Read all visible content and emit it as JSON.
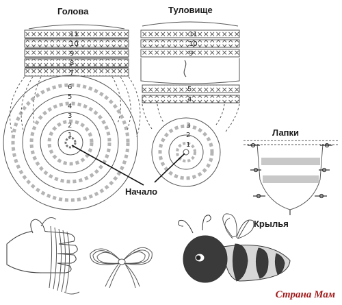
{
  "titles": {
    "head": "Голова",
    "body": "Туловище",
    "paws": "Лапки",
    "start": "Начало",
    "wings": "Крылья"
  },
  "watermark": "Страна Мам",
  "head_cap_rows": [
    "11",
    "10",
    "9",
    "8",
    "7"
  ],
  "head_circle_rows": [
    "6",
    "5",
    "4",
    "3",
    "2",
    "1"
  ],
  "body_top_rows": [
    "11",
    "10",
    "9"
  ],
  "body_mid_rows": [
    "5",
    "4"
  ],
  "body_circle_rows": [
    "3",
    "2",
    "1"
  ],
  "colors": {
    "line": "#4a4a4a",
    "stripe": "#c8c8c8",
    "bee_dark": "#3a3a3a",
    "bee_light": "#d7d7d7",
    "watermark": "#a01818"
  }
}
